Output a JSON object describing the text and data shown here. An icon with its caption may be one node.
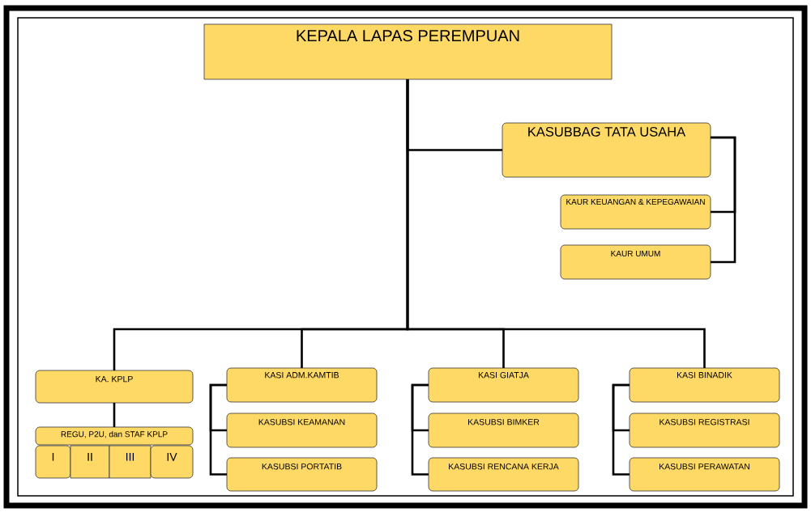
{
  "diagram": {
    "nodes": [
      {
        "text": [
          "KEPALA LAPAS PEREMPUAN"
        ]
      },
      {
        "text": [
          "KASUBBAG TATA USAHA"
        ]
      },
      {
        "text": [
          "KAUR KEUANGAN & KEPEGAWAIAN"
        ]
      },
      {
        "text": [
          "KAUR UMUM"
        ]
      },
      {
        "text": [
          "KA. KPLP"
        ]
      },
      {
        "text": [
          "REGU, P2U, dan STAF KPLP"
        ]
      },
      {
        "text": [
          "I"
        ]
      },
      {
        "text": [
          "II"
        ]
      },
      {
        "text": [
          "III"
        ]
      },
      {
        "text": [
          "IV"
        ]
      },
      {
        "text": [
          "KASI ADM.KAMTIB"
        ]
      },
      {
        "text": [
          "KASUBSI KEAMANAN"
        ]
      },
      {
        "text": [
          "KASUBSI PORTATIB"
        ]
      },
      {
        "text": [
          "KASI GIATJA"
        ]
      },
      {
        "text": [
          "KASUBSI BIMKER"
        ]
      },
      {
        "text": [
          "KASUBSI RENCANA KERJA"
        ]
      },
      {
        "text": [
          "KASI BINADIK"
        ]
      },
      {
        "text": [
          "KASUBSI REGISTRASI"
        ]
      },
      {
        "text": [
          "KASUBSI PERAWATAN"
        ]
      }
    ],
    "edges": [
      {
        "from": 0,
        "to": 1,
        "arrow": "none"
      },
      {
        "from": 1,
        "to": 2,
        "arrow": "none"
      },
      {
        "from": 1,
        "to": 3,
        "arrow": "none"
      },
      {
        "from": 0,
        "to": 4,
        "arrow": "none"
      },
      {
        "from": 0,
        "to": 10,
        "arrow": "none"
      },
      {
        "from": 0,
        "to": 13,
        "arrow": "none"
      },
      {
        "from": 0,
        "to": 16,
        "arrow": "none"
      },
      {
        "from": 4,
        "to": 5,
        "arrow": "none"
      },
      {
        "from": 10,
        "to": 11,
        "arrow": "none"
      },
      {
        "from": 10,
        "to": 12,
        "arrow": "none"
      },
      {
        "from": 13,
        "to": 14,
        "arrow": "none"
      },
      {
        "from": 13,
        "to": 15,
        "arrow": "none"
      },
      {
        "from": 16,
        "to": 17,
        "arrow": "none"
      },
      {
        "from": 16,
        "to": 18,
        "arrow": "none"
      }
    ]
  }
}
